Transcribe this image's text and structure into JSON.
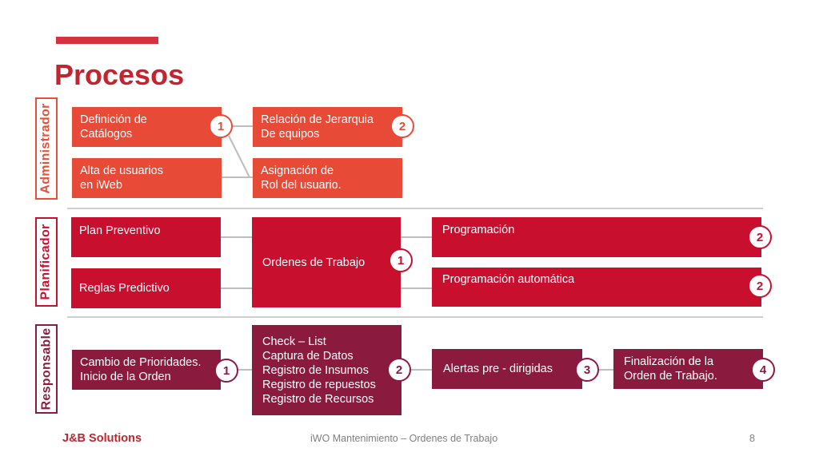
{
  "title": "Procesos",
  "roles": {
    "admin": "Administrador",
    "planner": "Planificador",
    "responsible": "Responsable"
  },
  "boxes": {
    "catalogos": "Definición de\nCatálogos",
    "usuarios": "Alta de usuarios\nen iWeb",
    "jerarquia": "Relación de Jerarquia\nDe equipos",
    "rol": "Asignación de\nRol del usuario.",
    "preventivo": "Plan Preventivo",
    "predictivo": "Reglas Predictivo",
    "ordenes": "Ordenes de Trabajo",
    "programacion": "Programación",
    "automatica": "Programación automática",
    "prioridades": "Cambio de Prioridades.\nInicio de la Orden",
    "checklist": "Check – List\nCaptura de Datos\nRegistro de Insumos\nRegistro de repuestos\nRegistro de Recursos",
    "alertas": "Alertas pre - dirigidas",
    "finalizacion": "Finalización de la\nOrden de Trabajo."
  },
  "badges": {
    "catalogos": "1",
    "jerarquia": "2",
    "ordenes": "1",
    "programacion": "2",
    "automatica": "2",
    "prioridades": "1",
    "checklist": "2",
    "alertas": "3",
    "finalizacion": "4"
  },
  "footer": {
    "brand": "J&B Solutions",
    "center": "iWO Mantenimiento – Ordenes de Trabajo",
    "page": "8"
  },
  "colors": {
    "admin": "#e84a38",
    "planner": "#c8102e",
    "responsible": "#8b1a3f",
    "title": "#c0262f"
  }
}
